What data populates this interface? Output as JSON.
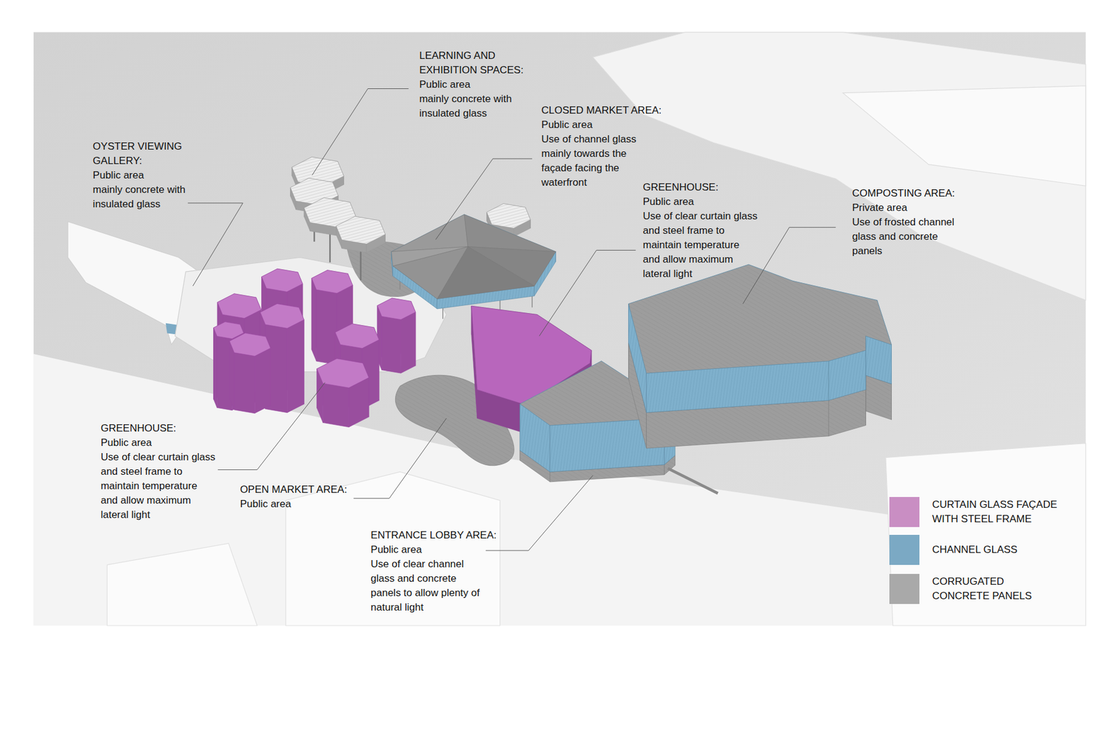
{
  "diagram": {
    "labels": [
      "LEARNING AND EXHIBITION SPACES:",
      "Public area",
      "mainly concrete with insulated glass",
      "OYSTER VIEWING GALLERY:",
      "Public area",
      "mainly concrete with insulated glass",
      "CLOSED MARKET AREA:",
      "Public area",
      "Use of channel glass mainly towards the façade facing the waterfront",
      "GREENHOUSE:",
      "Public area",
      "Use of clear curtain glass and steel frame to maintain temperature and allow maximum lateral light",
      "COMPOSTING AREA:",
      "Private area",
      "Use of frosted channel glass and concrete panels",
      "GREENHOUSE:",
      "Public area",
      "Use of clear curtain glass and steel frame to maintain temperature and allow maximum lateral light",
      "OPEN MARKET AREA:",
      "Public area",
      "ENTRANCE LOBBY AREA:",
      "Public area",
      "Use of clear channel glass and concrete panels to allow plenty of natural light"
    ],
    "legend": [
      {
        "text": "CURTAIN GLASS FAÇADE WITH STEEL FRAME",
        "color": "#c98ec3"
      },
      {
        "text": "CHANNEL GLASS",
        "color": "#7ba9c4"
      },
      {
        "text": "CORRUGATED CONCRETE PANELS",
        "color": "#a9a9a9"
      }
    ]
  }
}
